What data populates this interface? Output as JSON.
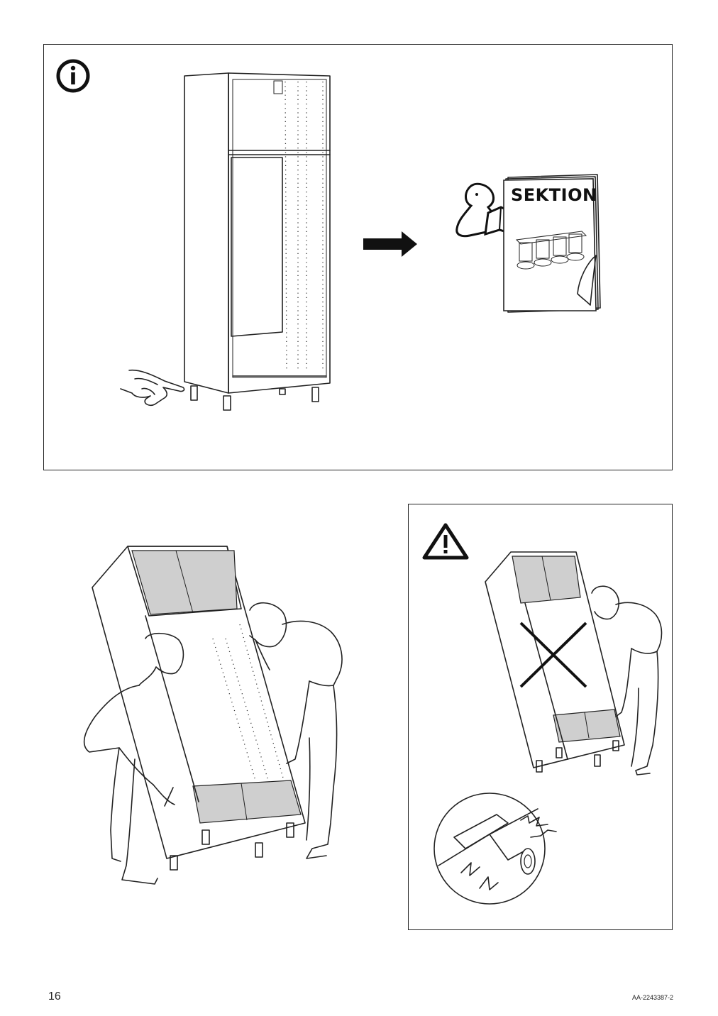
{
  "page": {
    "number": "16",
    "doc_code": "AA-2243387-2"
  },
  "info_panel": {
    "icon": "info-icon",
    "arrow": "arrow-right-icon",
    "booklet": {
      "title": "SEKTION",
      "icon": "person-reading-icon"
    },
    "hand": "pointing-hand-icon"
  },
  "lift_illustration": {
    "people": 2,
    "object": "cabinet-frame-tilted"
  },
  "warning_panel": {
    "icon": "warning-triangle-icon",
    "cross": "prohibited-cross-icon",
    "detail": "broken-leg-detail"
  }
}
